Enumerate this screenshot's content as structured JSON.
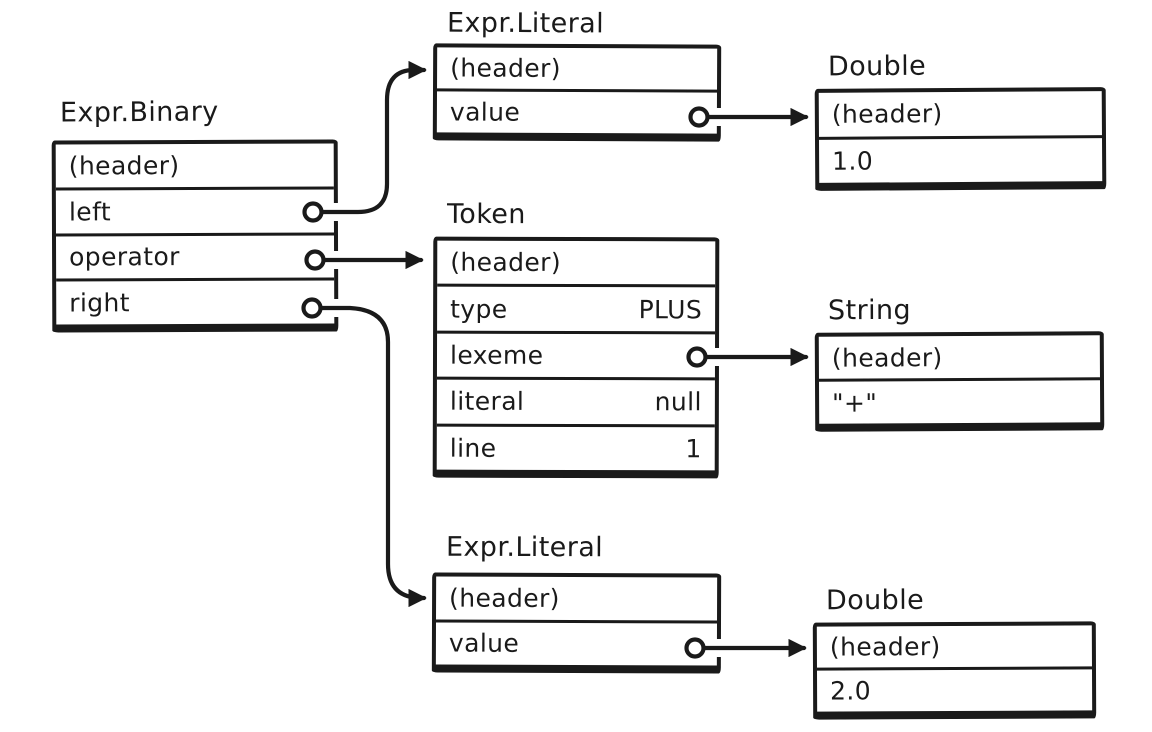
{
  "background_color": "#ffffff",
  "ink_color": "#1a1a1a",
  "nodes": [
    {
      "id": "expr-binary",
      "title": "Expr.Binary",
      "rows": [
        {
          "label": "(header)"
        },
        {
          "label": "left",
          "connector": true
        },
        {
          "label": "operator",
          "connector": true
        },
        {
          "label": "right",
          "connector": true
        }
      ]
    },
    {
      "id": "expr-literal-top",
      "title": "Expr.Literal",
      "rows": [
        {
          "label": "(header)"
        },
        {
          "label": "value",
          "connector": true
        }
      ]
    },
    {
      "id": "double-top",
      "title": "Double",
      "rows": [
        {
          "label": "(header)"
        },
        {
          "label": "1.0"
        }
      ]
    },
    {
      "id": "token",
      "title": "Token",
      "rows": [
        {
          "label": "(header)"
        },
        {
          "label": "type",
          "value": "PLUS"
        },
        {
          "label": "lexeme",
          "connector": true
        },
        {
          "label": "literal",
          "value": "null"
        },
        {
          "label": "line",
          "value": "1"
        }
      ]
    },
    {
      "id": "string",
      "title": "String",
      "rows": [
        {
          "label": "(header)"
        },
        {
          "label": "\"+\""
        }
      ]
    },
    {
      "id": "expr-literal-bottom",
      "title": "Expr.Literal",
      "rows": [
        {
          "label": "(header)"
        },
        {
          "label": "value",
          "connector": true
        }
      ]
    },
    {
      "id": "double-bottom",
      "title": "Double",
      "rows": [
        {
          "label": "(header)"
        },
        {
          "label": "2.0"
        }
      ]
    }
  ],
  "edges": [
    {
      "from": "expr-binary.left",
      "to": "expr-literal-top"
    },
    {
      "from": "expr-binary.operator",
      "to": "token"
    },
    {
      "from": "expr-binary.right",
      "to": "expr-literal-bottom"
    },
    {
      "from": "expr-literal-top.value",
      "to": "double-top"
    },
    {
      "from": "token.lexeme",
      "to": "string"
    },
    {
      "from": "expr-literal-bottom.value",
      "to": "double-bottom"
    }
  ]
}
